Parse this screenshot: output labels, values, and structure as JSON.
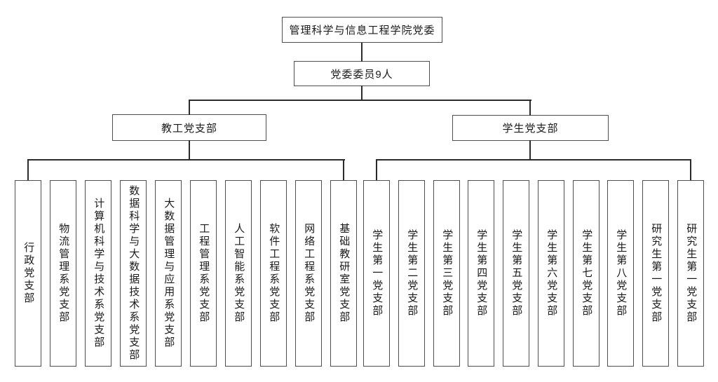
{
  "org": {
    "root": "管理科学与信息工程学院党委",
    "committee": "党委委员9人",
    "branches": [
      {
        "label": "教工党支部",
        "children": [
          "行政党支部",
          "物流管理系党支部",
          "计算机科学与技术系党支部",
          "数据科学与大数据技术系党支部",
          "大数据管理与应用系党支部",
          "工程管理系党支部",
          "人工智能系党支部",
          "软件工程系党支部",
          "网络工程系党支部",
          "基础教研室党支部"
        ]
      },
      {
        "label": "学生党支部",
        "children": [
          "学生第一党支部",
          "学生第二党支部",
          "学生第三党支部",
          "学生第四党支部",
          "学生第五党支部",
          "学生第六党支部",
          "学生第七党支部",
          "学生第八党支部",
          "研究生第一党支部",
          "研究生第一党支部"
        ]
      }
    ],
    "colors": {
      "line": "#2b2b2b",
      "box_border": "#4e4e4e",
      "background": "#ffffff",
      "text": "#1a1a1a"
    }
  }
}
